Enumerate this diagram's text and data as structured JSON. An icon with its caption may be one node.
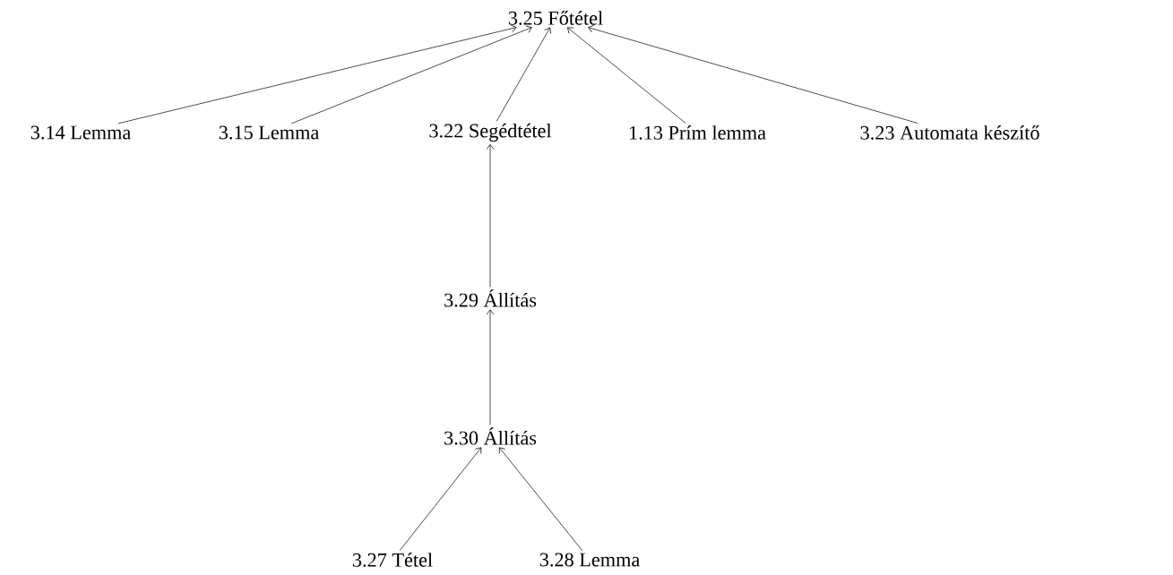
{
  "diagram": {
    "nodes": [
      {
        "text": [
          "3.25 Főtétel"
        ]
      },
      {
        "text": [
          "3.14 Lemma"
        ]
      },
      {
        "text": [
          "3.15 Lemma"
        ]
      },
      {
        "text": [
          "3.22 Segédtétel"
        ]
      },
      {
        "text": [
          "1.13 Prím lemma"
        ]
      },
      {
        "text": [
          "3.23 Automata készítő"
        ]
      },
      {
        "text": [
          "3.29 Állítás"
        ]
      },
      {
        "text": [
          "3.30 Állítás"
        ]
      },
      {
        "text": [
          "3.27 Tétel"
        ]
      },
      {
        "text": [
          "3.28 Lemma"
        ]
      }
    ],
    "edges": [
      {
        "from": 1,
        "to": 0,
        "arrow": "to"
      },
      {
        "from": 2,
        "to": 0,
        "arrow": "to"
      },
      {
        "from": 3,
        "to": 0,
        "arrow": "to"
      },
      {
        "from": 4,
        "to": 0,
        "arrow": "to"
      },
      {
        "from": 5,
        "to": 0,
        "arrow": "to"
      },
      {
        "from": 6,
        "to": 3,
        "arrow": "to"
      },
      {
        "from": 7,
        "to": 6,
        "arrow": "to"
      },
      {
        "from": 8,
        "to": 7,
        "arrow": "to"
      },
      {
        "from": 9,
        "to": 7,
        "arrow": "to"
      }
    ]
  }
}
